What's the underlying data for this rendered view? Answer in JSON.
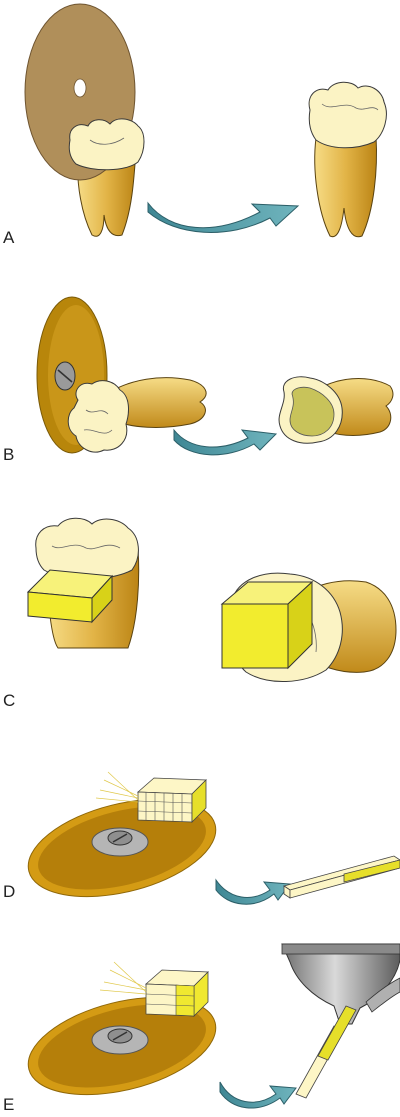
{
  "panels": [
    {
      "label": "A"
    },
    {
      "label": "B"
    },
    {
      "label": "C"
    },
    {
      "label": "D"
    },
    {
      "label": "E"
    }
  ],
  "colors": {
    "disc_tan": "#b08f5a",
    "disc_ochre": "#b8860b",
    "crown": "#fbf3c4",
    "root_light": "#f2d47a",
    "root_dark": "#c8901a",
    "block_yellow": "#f2ec2e",
    "arrow_teal": "#4f9aa6",
    "metal": "#a8a8a8"
  }
}
